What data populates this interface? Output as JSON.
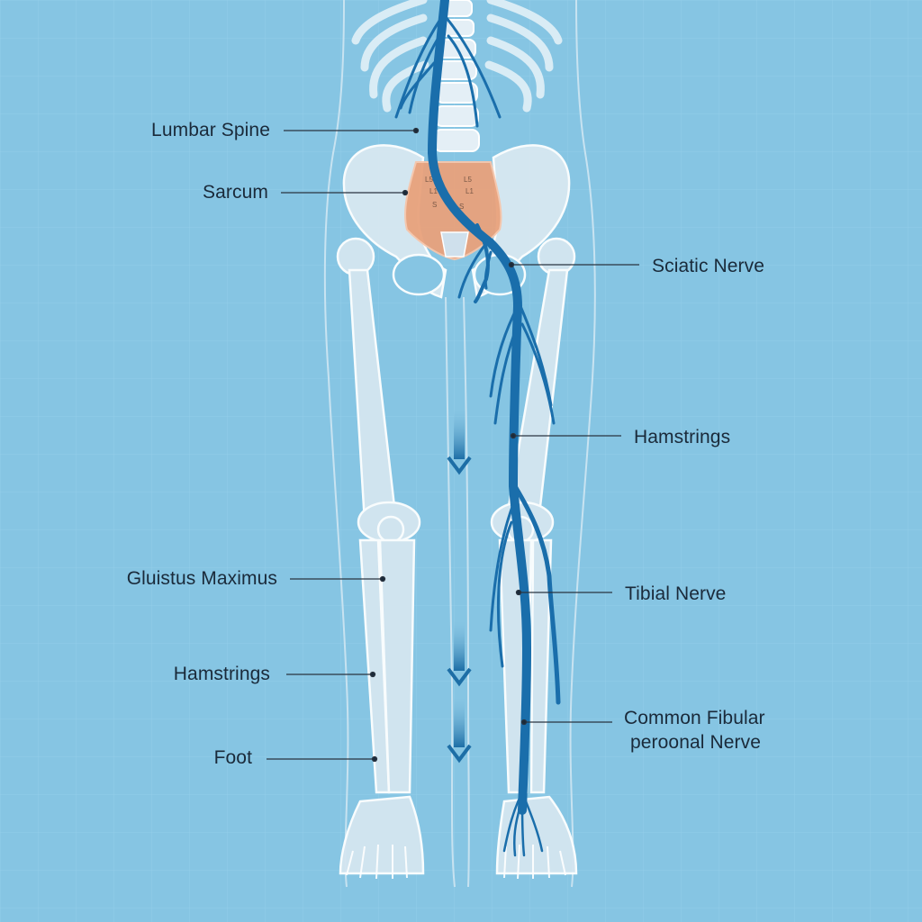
{
  "colors": {
    "background": "#86c5e3",
    "grid": "#92cde8",
    "bone_fill": "#d5e6f0",
    "bone_stroke": "#ffffff",
    "nerve": "#1a6eab",
    "sacrum": "#e9a27c",
    "leader": "#2a3440",
    "arrow": "#1d6ea6"
  },
  "labels_left": [
    {
      "id": "lumbar-spine",
      "text": "Lumbar Spine"
    },
    {
      "id": "sacrum",
      "text": "Sarcum"
    },
    {
      "id": "gluteus-maximus",
      "text": "Gluistus Maximus"
    },
    {
      "id": "hamstrings-left",
      "text": "Hamstrings"
    },
    {
      "id": "foot",
      "text": "Foot"
    }
  ],
  "labels_right": [
    {
      "id": "sciatic-nerve",
      "text": "Sciatic Nerve"
    },
    {
      "id": "hamstrings-right",
      "text": "Hamstrings"
    },
    {
      "id": "tibial-nerve",
      "text": "Tibial Nerve"
    },
    {
      "id": "common-fibular-line1",
      "text": "Common Fibular"
    },
    {
      "id": "common-fibular-line2",
      "text": "peroonal Nerve"
    }
  ],
  "arrows": {
    "count": 3,
    "icon": "down-arrow-icon"
  }
}
